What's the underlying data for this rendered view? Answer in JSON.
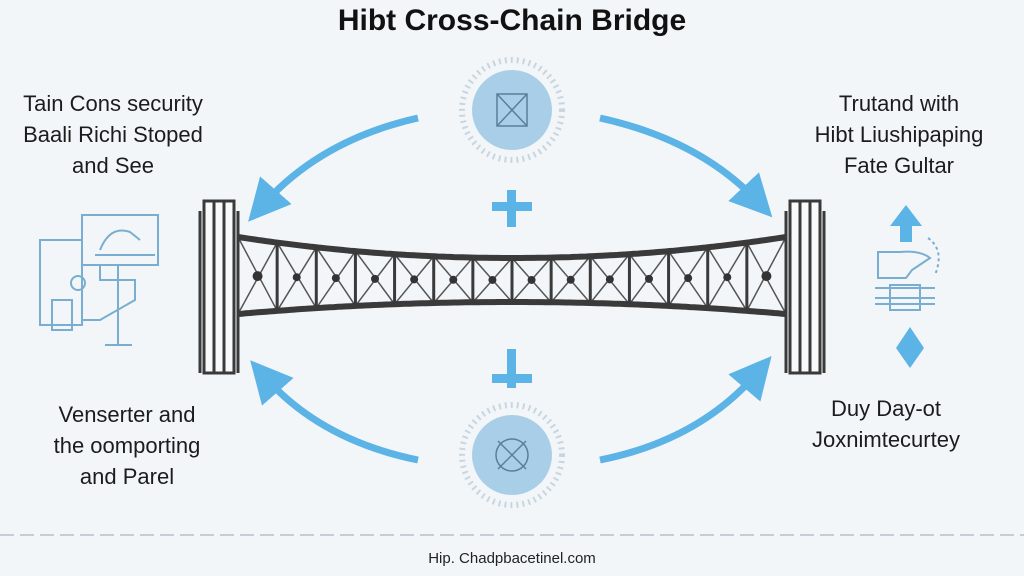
{
  "title": "Hibt Cross-Chain Bridge",
  "labels": {
    "top_left": [
      "Tain Cons security",
      "Baali Richi Stoped",
      "and See"
    ],
    "top_right": [
      "Trutand with",
      "Hibt Liushipaping",
      "Fate Gultar"
    ],
    "bottom_left": [
      "Venserter and",
      "the oomporting",
      "and Parel"
    ],
    "bottom_right": [
      "Duy Day-ot",
      "Joxnimtecurtey"
    ]
  },
  "footer": "Hip. Chadpbacetinel.com",
  "colors": {
    "accent": "#5bb3e6",
    "bridge": "#3a3a3a",
    "background": "#f2f6f9",
    "icon_line": "#7aaed0"
  }
}
